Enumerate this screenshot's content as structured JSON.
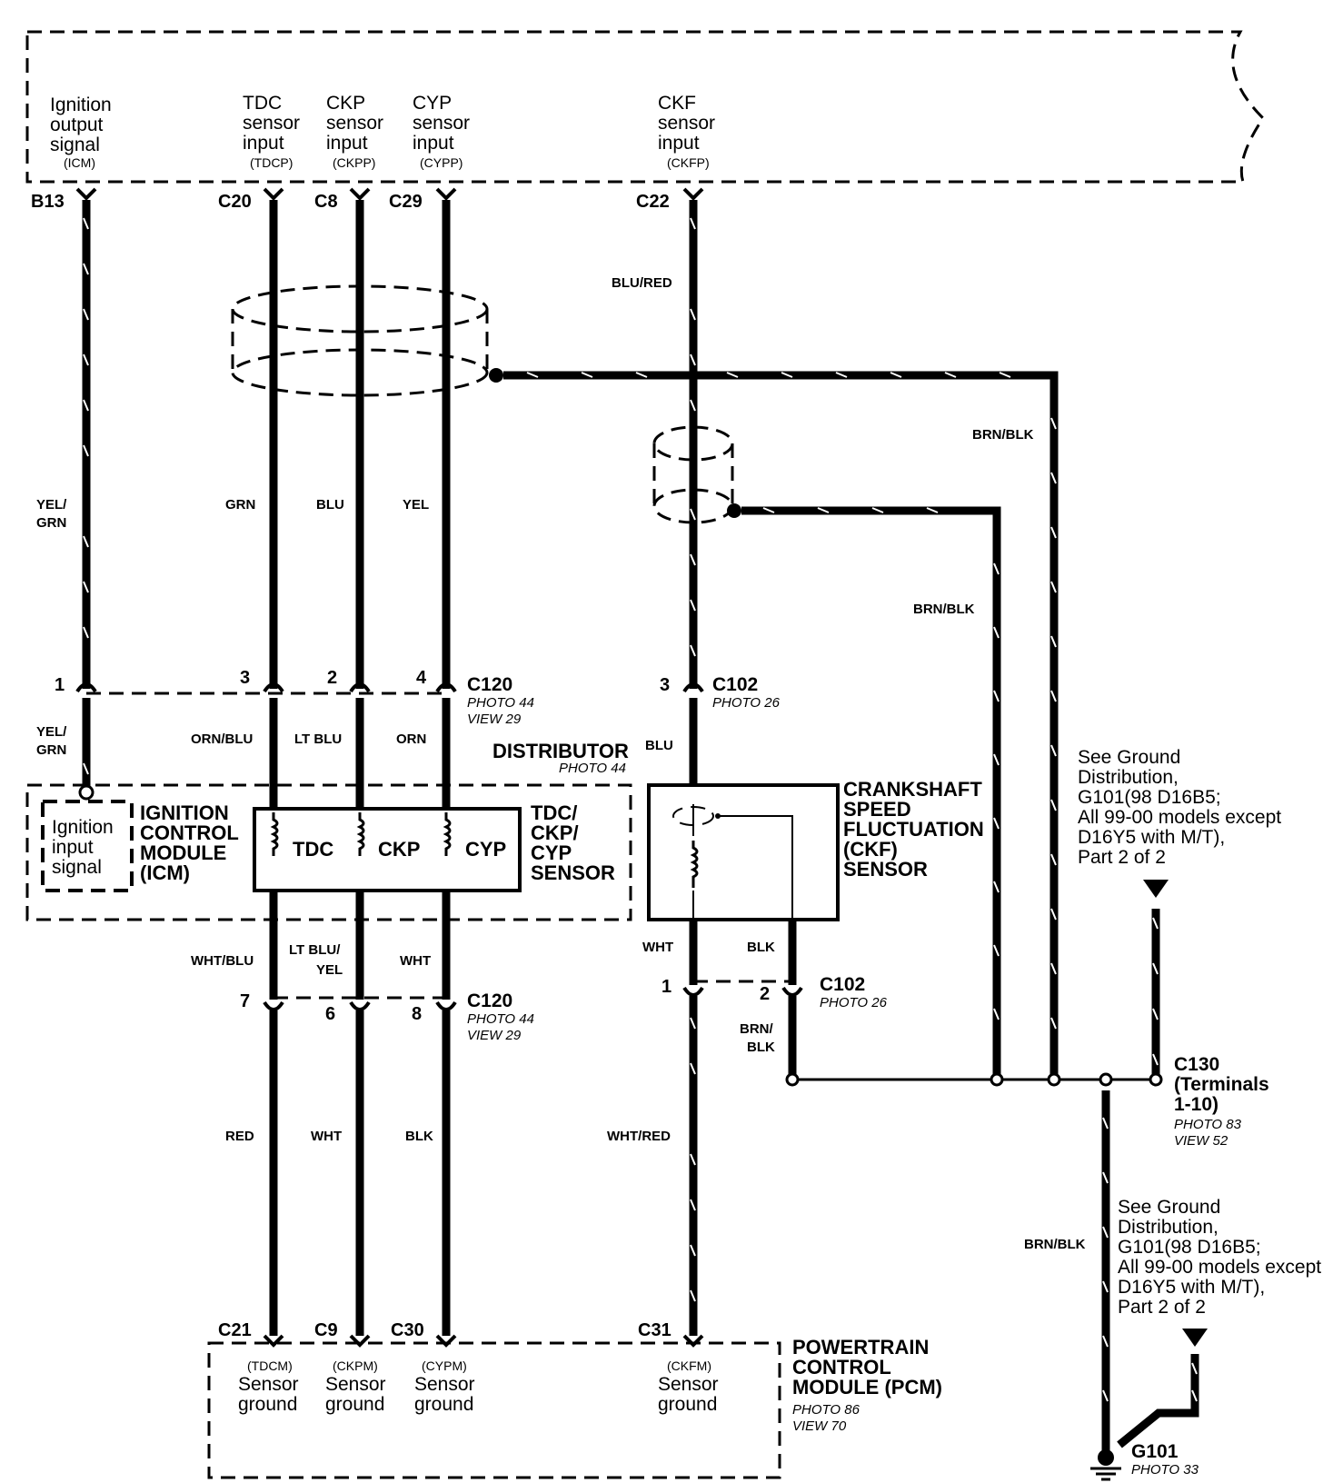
{
  "pcm_top": {
    "signals": [
      {
        "name": "Ignition output signal",
        "abbr": "(ICM)",
        "pin": "B13"
      },
      {
        "name": "TDC sensor input",
        "abbr": "(TDCP)",
        "pin": "C20"
      },
      {
        "name": "CKP sensor input",
        "abbr": "(CKPP)",
        "pin": "C8"
      },
      {
        "name": "CYP sensor input",
        "abbr": "(CYPP)",
        "pin": "C29"
      },
      {
        "name": "CKF sensor input",
        "abbr": "(CKFP)",
        "pin": "C22"
      }
    ]
  },
  "wires_upper": {
    "icm": "YEL/ GRN",
    "tdc": "GRN",
    "ckp": "BLU",
    "cyp": "YEL",
    "ckf": "BLU/RED",
    "shield1": "BRN/BLK",
    "shield2": "BRN/BLK"
  },
  "c120_top": {
    "name": "C120",
    "photo": "PHOTO 44",
    "view": "VIEW 29",
    "pins": [
      "1",
      "3",
      "2",
      "4"
    ]
  },
  "c102_top": {
    "name": "C102",
    "photo": "PHOTO 26",
    "pin": "3"
  },
  "wires_mid": {
    "icm": "YEL/ GRN",
    "tdc": "ORN/BLU",
    "ckp": "LT BLU",
    "cyp": "ORN",
    "ckf": "BLU"
  },
  "distributor": {
    "name": "DISTRIBUTOR",
    "photo": "PHOTO 44"
  },
  "icm": {
    "label": "IGNITION CONTROL MODULE (ICM)",
    "input": "Ignition input signal"
  },
  "sensor": {
    "label": "TDC/ CKP/ CYP SENSOR",
    "coils": [
      "TDC",
      "CKP",
      "CYP"
    ]
  },
  "ckf_sensor": {
    "label": "CRANKSHAFT SPEED FLUCTUATION (CKF) SENSOR"
  },
  "wires_lower": {
    "tdc": "WHT/BLU",
    "ckp": "LT BLU/ YEL",
    "cyp": "WHT",
    "ckf_out": "WHT",
    "ckf_gnd": "BLK"
  },
  "c120_bottom": {
    "name": "C120",
    "photo": "PHOTO 44",
    "view": "VIEW 29",
    "pins": [
      "7",
      "6",
      "8"
    ]
  },
  "c102_bottom": {
    "name": "C102",
    "photo": "PHOTO 26",
    "pins": [
      "1",
      "2"
    ],
    "gnd_wire": "BRN/ BLK"
  },
  "wires_bottom": {
    "tdc": "RED",
    "ckp": "WHT",
    "cyp": "BLK",
    "ckf": "WHT/RED",
    "ground": "BRN/BLK"
  },
  "ground_ref": "See Ground Distribution, G101(98 D16B5; All 99-00 models except D16Y5 with M/T), Part 2 of 2",
  "c130": {
    "name": "C130 (Terminals 1-10)",
    "photo": "PHOTO 83",
    "view": "VIEW 52"
  },
  "g101": {
    "name": "G101",
    "photo": "PHOTO 33"
  },
  "pcm_bottom": {
    "pins": [
      {
        "pin": "C21",
        "abbr": "(TDCM)",
        "name": "Sensor ground"
      },
      {
        "pin": "C9",
        "abbr": "(CKPM)",
        "name": "Sensor ground"
      },
      {
        "pin": "C30",
        "abbr": "(CYPM)",
        "name": "Sensor ground"
      },
      {
        "pin": "C31",
        "abbr": "(CKFM)",
        "name": "Sensor ground"
      }
    ],
    "module": "POWERTRAIN CONTROL MODULE (PCM)",
    "photo": "PHOTO 86",
    "view": "VIEW 70"
  }
}
